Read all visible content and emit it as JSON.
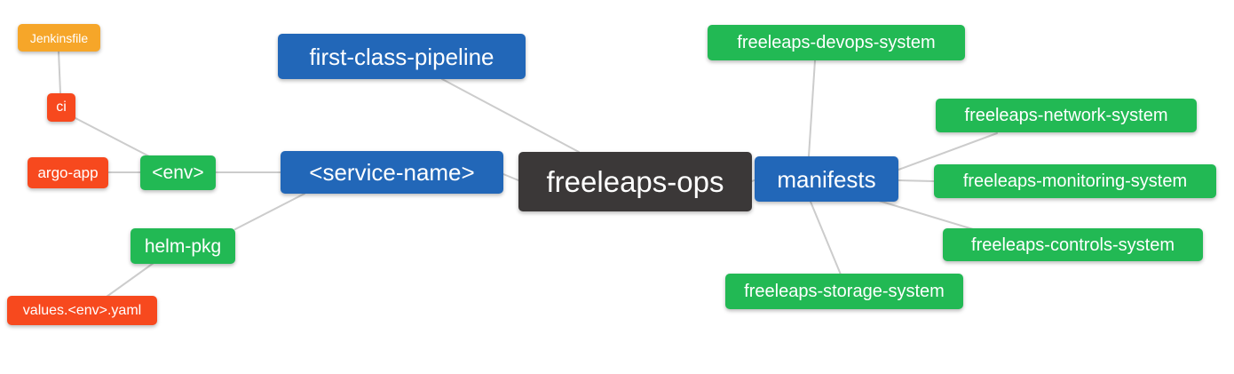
{
  "diagram": {
    "type": "mindmap",
    "root_label": "freeleaps-ops",
    "colors": {
      "root_bg": "#3b3838",
      "branch_blue": "#2267b8",
      "leaf_green": "#22b954",
      "leaf_red": "#f7491e",
      "leaf_orange": "#f6a629",
      "edge_gray": "#cccccc",
      "text": "#ffffff",
      "background": "#ffffff"
    },
    "nodes": {
      "root": {
        "label": "freeleaps-ops",
        "depth": 0
      },
      "first_class_pipeline": {
        "label": "first-class-pipeline",
        "depth": 1
      },
      "service_name": {
        "label": "<service-name>",
        "depth": 1
      },
      "manifests": {
        "label": "manifests",
        "depth": 1
      },
      "env": {
        "label": "<env>",
        "depth": 2
      },
      "helm_pkg": {
        "label": "helm-pkg",
        "depth": 2
      },
      "ci": {
        "label": "ci",
        "depth": 3
      },
      "argo_app": {
        "label": "argo-app",
        "depth": 3
      },
      "jenkinsfile": {
        "label": "Jenkinsfile",
        "depth": 4
      },
      "values_env_yaml": {
        "label": "values.<env>.yaml",
        "depth": 3
      },
      "devops_system": {
        "label": "freeleaps-devops-system",
        "depth": 2
      },
      "network_system": {
        "label": "freeleaps-network-system",
        "depth": 2
      },
      "monitoring_system": {
        "label": "freeleaps-monitoring-system",
        "depth": 2
      },
      "controls_system": {
        "label": "freeleaps-controls-system",
        "depth": 2
      },
      "storage_system": {
        "label": "freeleaps-storage-system",
        "depth": 2
      }
    },
    "edges": [
      {
        "from": "root",
        "to": "first_class_pipeline"
      },
      {
        "from": "root",
        "to": "service_name"
      },
      {
        "from": "root",
        "to": "manifests"
      },
      {
        "from": "service_name",
        "to": "env"
      },
      {
        "from": "service_name",
        "to": "helm_pkg"
      },
      {
        "from": "env",
        "to": "ci"
      },
      {
        "from": "env",
        "to": "argo_app"
      },
      {
        "from": "ci",
        "to": "jenkinsfile"
      },
      {
        "from": "helm_pkg",
        "to": "values_env_yaml"
      },
      {
        "from": "manifests",
        "to": "devops_system"
      },
      {
        "from": "manifests",
        "to": "network_system"
      },
      {
        "from": "manifests",
        "to": "monitoring_system"
      },
      {
        "from": "manifests",
        "to": "controls_system"
      },
      {
        "from": "manifests",
        "to": "storage_system"
      }
    ]
  }
}
